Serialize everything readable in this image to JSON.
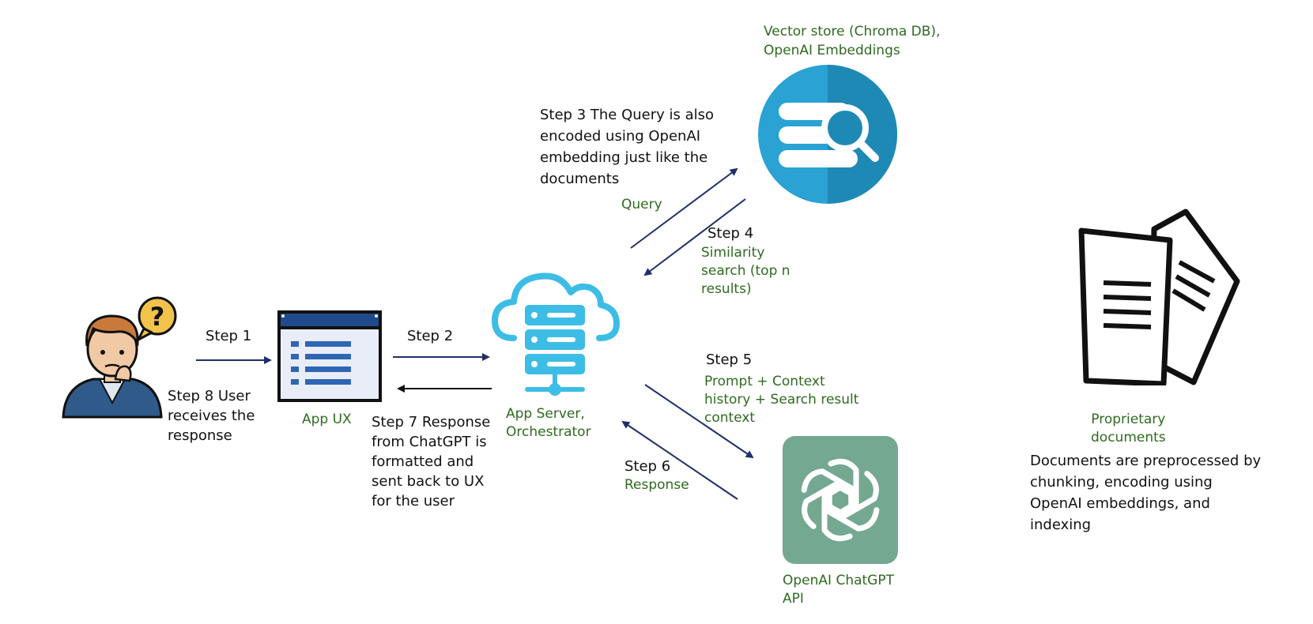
{
  "colors": {
    "label_green": "#2e6b1f",
    "arrow_navy": "#1f2f6b",
    "vector_blue": "#2aa2d3",
    "vector_blue_dark": "#1f89b6",
    "chatgpt_green": "#75a890",
    "server_blue": "#3dbde6"
  },
  "icons": {
    "user": "user-question-icon",
    "app_ux": "app-window-icon",
    "server": "cloud-server-icon",
    "vector_store": "database-search-icon",
    "chatgpt": "openai-logo-icon",
    "documents": "documents-icon"
  },
  "nodes": {
    "app_ux": "App UX",
    "server": [
      "App Server,",
      "Orchestrator"
    ],
    "vector_store": [
      "Vector store (Chroma DB),",
      "OpenAI Embeddings"
    ],
    "chatgpt": [
      "OpenAI ChatGPT",
      "API"
    ],
    "documents": [
      "Proprietary",
      "documents"
    ]
  },
  "steps": {
    "step1": "Step 1",
    "step2": "Step 2",
    "step3": [
      "Step 3 The Query is also",
      "encoded using OpenAI",
      "embedding just like the",
      "documents"
    ],
    "query": "Query",
    "step4_title": "Step 4",
    "step4_desc": [
      "Similarity",
      "search (top n",
      "results)"
    ],
    "step5_title": "Step 5",
    "step5_desc": [
      "Prompt + Context",
      "history + Search result",
      "context"
    ],
    "step6_title": "Step 6",
    "step6_desc": "Response",
    "step7": [
      "Step 7 Response",
      "from ChatGPT is",
      "formatted and",
      "sent back to UX",
      "for the user"
    ],
    "step8": [
      "Step 8 User",
      "receives the",
      "response"
    ],
    "documents_note": [
      "Documents are preprocessed by",
      "chunking, encoding using",
      "OpenAI embeddings, and",
      "indexing"
    ]
  }
}
